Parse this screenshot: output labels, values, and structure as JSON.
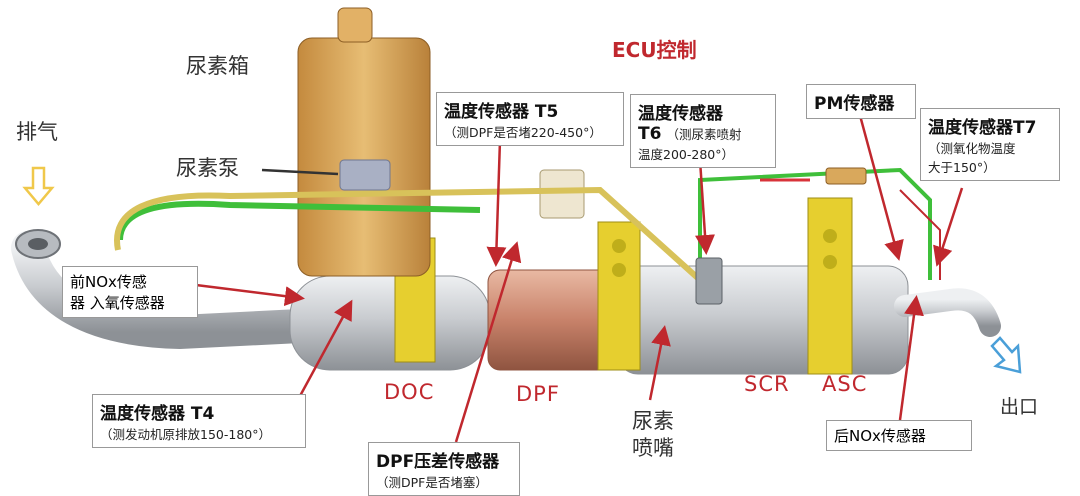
{
  "labels": {
    "ecu": "ECU控制",
    "urea_tank": "尿素箱",
    "urea_pump": "尿素泵",
    "exhaust_in": "排气",
    "exhaust_out": "出口",
    "doc": "DOC",
    "dpf": "DPF",
    "scr": "SCR",
    "asc": "ASC",
    "urea_nozzle_line1": "尿素",
    "urea_nozzle_line2": "喷嘴"
  },
  "callouts": {
    "t5_title": "温度传感器 T5",
    "t5_note": "（测DPF是否堵220-450°）",
    "t6_title_line1": "温度传感器",
    "t6_title_line2": "T6",
    "t6_note_line1": "（测尿素喷射",
    "t6_note_line2": "温度200-280°）",
    "pm_title": "PM传感器",
    "t7_title": "温度传感器T7",
    "t7_note_line1": "（测氧化物温度",
    "t7_note_line2": "大于150°）",
    "front_nox_line1": "前NOx传感",
    "front_nox_line2": "器 入氧传感器",
    "t4_title": "温度传感器 T4",
    "t4_note": "（测发动机原排放150-180°）",
    "dpf_dp_title": "DPF压差传感器",
    "dpf_dp_note": "（测DPF是否堵塞）",
    "rear_nox": "后NOx传感器"
  },
  "colors": {
    "label_red": "#c0282e",
    "pipe_silver": "#c9ccd0",
    "dpf_copper": "#c8826a",
    "bracket_yellow": "#e6cf2f",
    "tank_tan": "#d9a85c",
    "line_green": "#3fbf3a",
    "line_yellow": "#d8c25a",
    "arrow_in": "#f0c84a",
    "arrow_out": "#4a9fd8"
  }
}
